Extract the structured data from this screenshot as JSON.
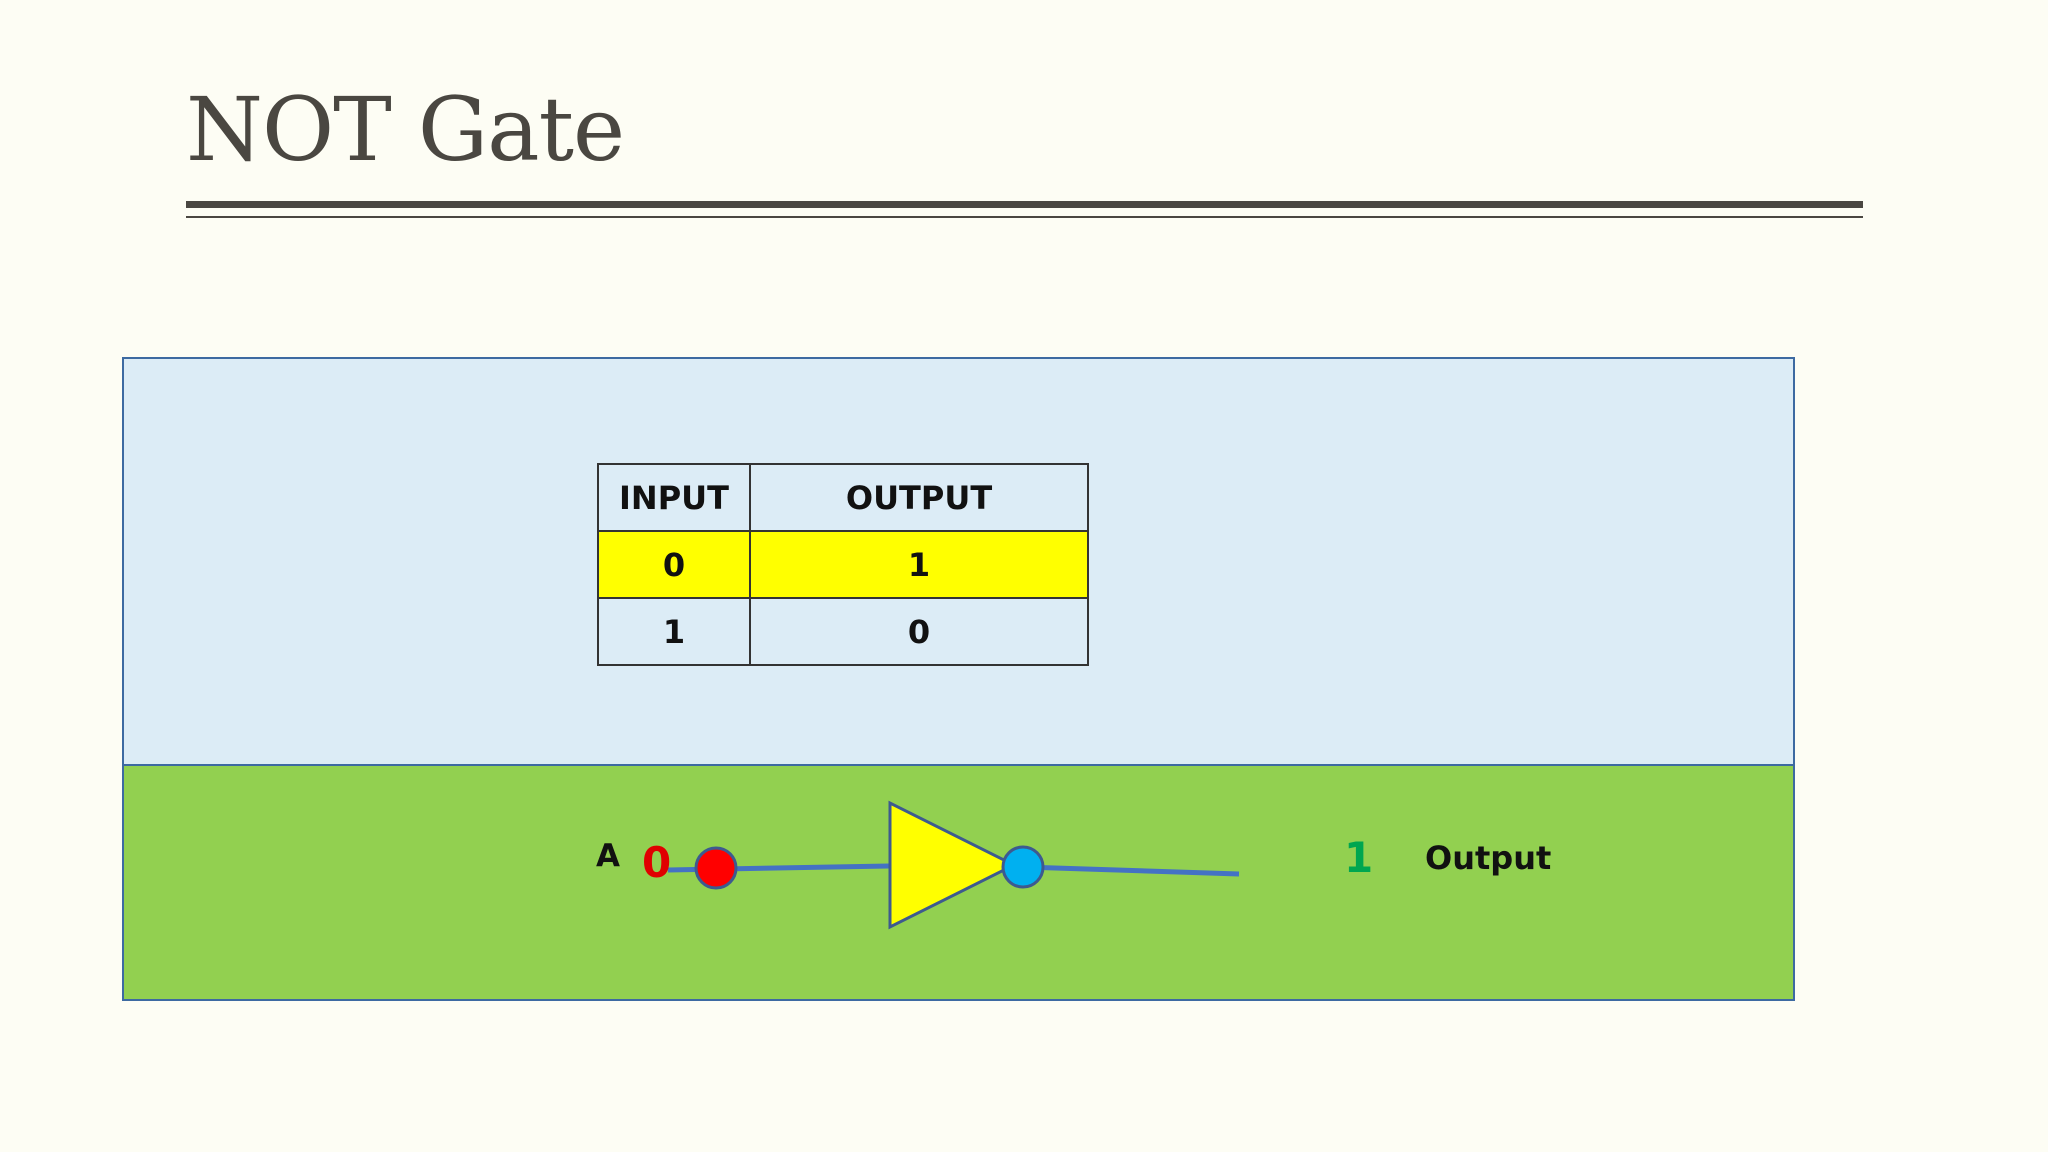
{
  "title": "NOT Gate",
  "truth_table": {
    "headers": [
      "INPUT",
      "OUTPUT"
    ],
    "rows": [
      {
        "input": "0",
        "output": "1",
        "highlight": true
      },
      {
        "input": "1",
        "output": "0",
        "highlight": false
      }
    ]
  },
  "circuit": {
    "input_label": "A",
    "input_value": "0",
    "output_value": "1",
    "output_label": "Output"
  },
  "colors": {
    "background": "#fdfdf4",
    "title_text": "#4a4741",
    "top_panel": "#dcecf6",
    "bottom_panel": "#92d050",
    "highlight_row": "#ffff00",
    "input_value": "#e00000",
    "output_value": "#00a650",
    "input_dot": "#ff0000",
    "bubble": "#00b0f0",
    "gate_fill": "#ffff00",
    "wire": "#4472c4"
  }
}
